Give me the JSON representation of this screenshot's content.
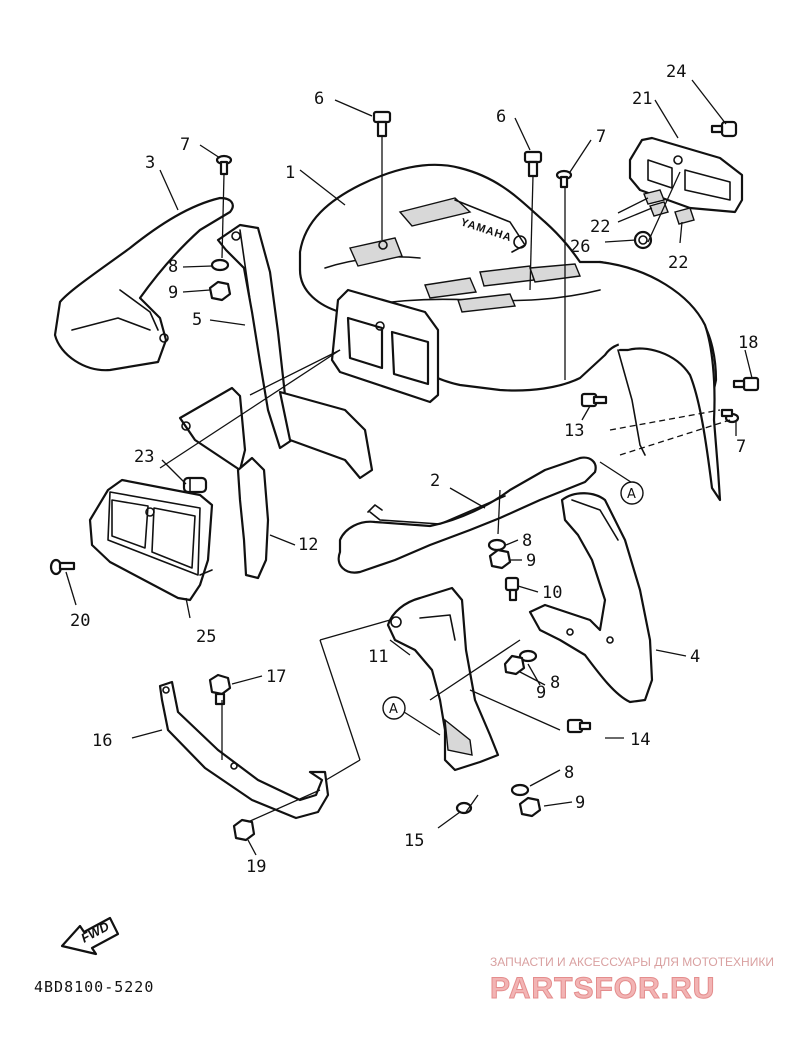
{
  "diagram": {
    "drawing_number": "4BD8100-5220",
    "fwd_label": "FWD",
    "brand_marking": "YAMAHA",
    "ref_mark": "A",
    "callouts": [
      "1",
      "2",
      "3",
      "4",
      "5",
      "6",
      "7",
      "8",
      "9",
      "10",
      "11",
      "12",
      "13",
      "14",
      "15",
      "16",
      "17",
      "18",
      "19",
      "20",
      "21",
      "22",
      "23",
      "24",
      "25",
      "26"
    ]
  },
  "watermark": {
    "line1": "ЗАПЧАСТИ И АКСЕССУАРЫ ДЛЯ МОТОТЕХНИКИ",
    "line2": "PARTSFOR.RU",
    "color": "#f2b4b4"
  }
}
